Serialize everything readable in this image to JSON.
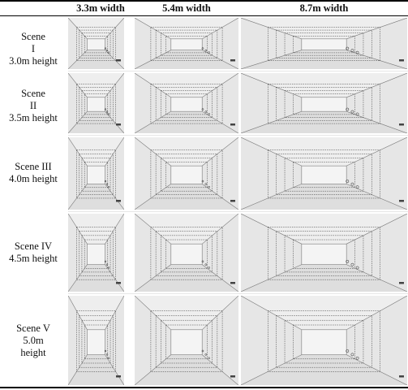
{
  "table": {
    "columns": [
      "",
      "3.3m width",
      "5.4m width",
      "8.7m width"
    ],
    "rows": [
      {
        "label_lines": [
          "Scene",
          "I",
          "3.0m height"
        ]
      },
      {
        "label_lines": [
          "Scene",
          "II",
          "3.5m height"
        ]
      },
      {
        "label_lines": [
          "Scene III",
          "4.0m height"
        ]
      },
      {
        "label_lines": [
          "Scene IV",
          "4.5m height"
        ]
      },
      {
        "label_lines": [
          "Scene V",
          "5.0m",
          "height"
        ]
      }
    ]
  },
  "colors": {
    "floor": "#dedede",
    "side_walls": "#e6e6e6",
    "ceiling": "#eeeeee",
    "edges": "#7a7a7a",
    "dashed_frames": "#333333"
  }
}
